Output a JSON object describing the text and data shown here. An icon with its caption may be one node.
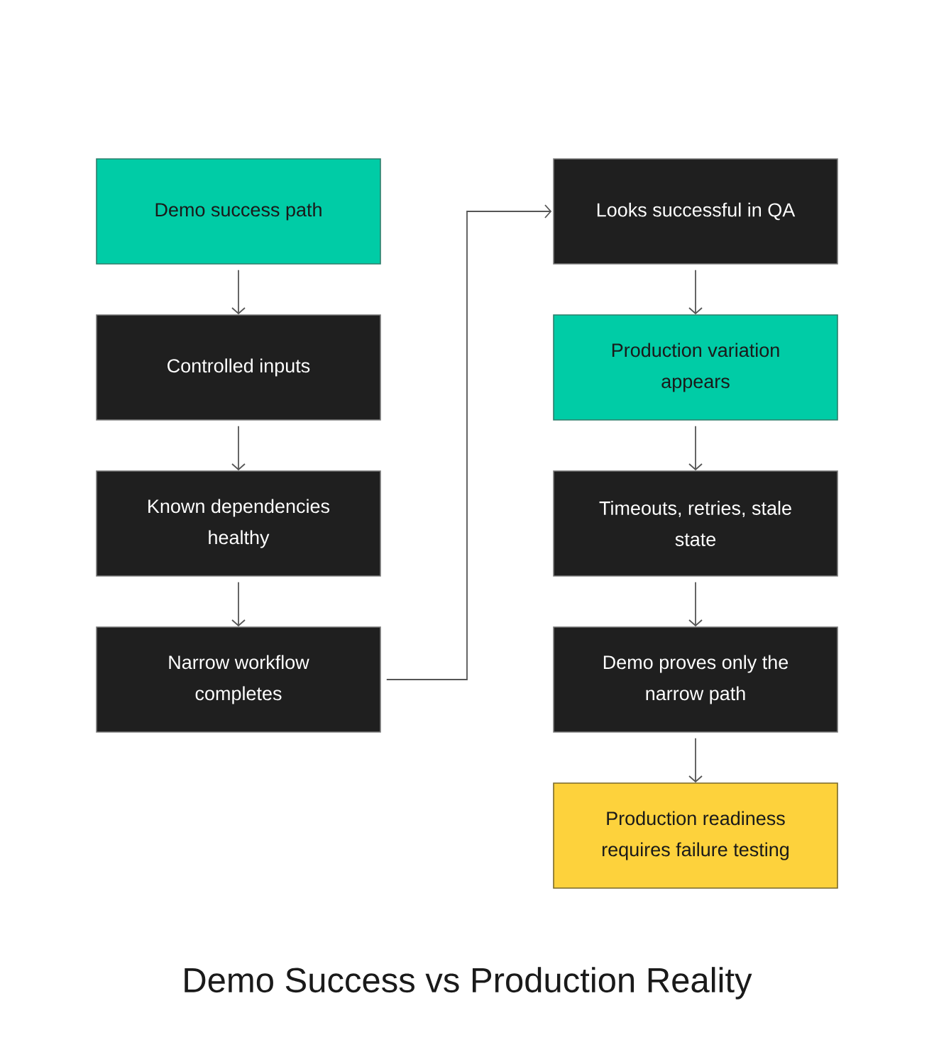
{
  "diagram": {
    "title": "Demo Success vs Production Reality",
    "nodes": [
      {
        "text": [
          "Demo success path"
        ]
      },
      {
        "text": [
          "Controlled inputs"
        ]
      },
      {
        "text": [
          "Known dependencies healthy"
        ]
      },
      {
        "text": [
          "Narrow workflow completes"
        ]
      },
      {
        "text": [
          "Looks successful in QA"
        ]
      },
      {
        "text": [
          "Production variation appears"
        ]
      },
      {
        "text": [
          "Timeouts, retries, stale state"
        ]
      },
      {
        "text": [
          "Demo proves only the narrow path"
        ]
      },
      {
        "text": [
          "Production readiness requires failure testing"
        ]
      }
    ],
    "edges": [
      {
        "from": 0,
        "to": 1,
        "arrow": "to"
      },
      {
        "from": 1,
        "to": 2,
        "arrow": "to"
      },
      {
        "from": 2,
        "to": 3,
        "arrow": "to"
      },
      {
        "from": 3,
        "to": 4,
        "arrow": "to"
      },
      {
        "from": 4,
        "to": 5,
        "arrow": "to"
      },
      {
        "from": 5,
        "to": 6,
        "arrow": "to"
      },
      {
        "from": 6,
        "to": 7,
        "arrow": "to"
      },
      {
        "from": 7,
        "to": 8,
        "arrow": "to"
      }
    ]
  }
}
